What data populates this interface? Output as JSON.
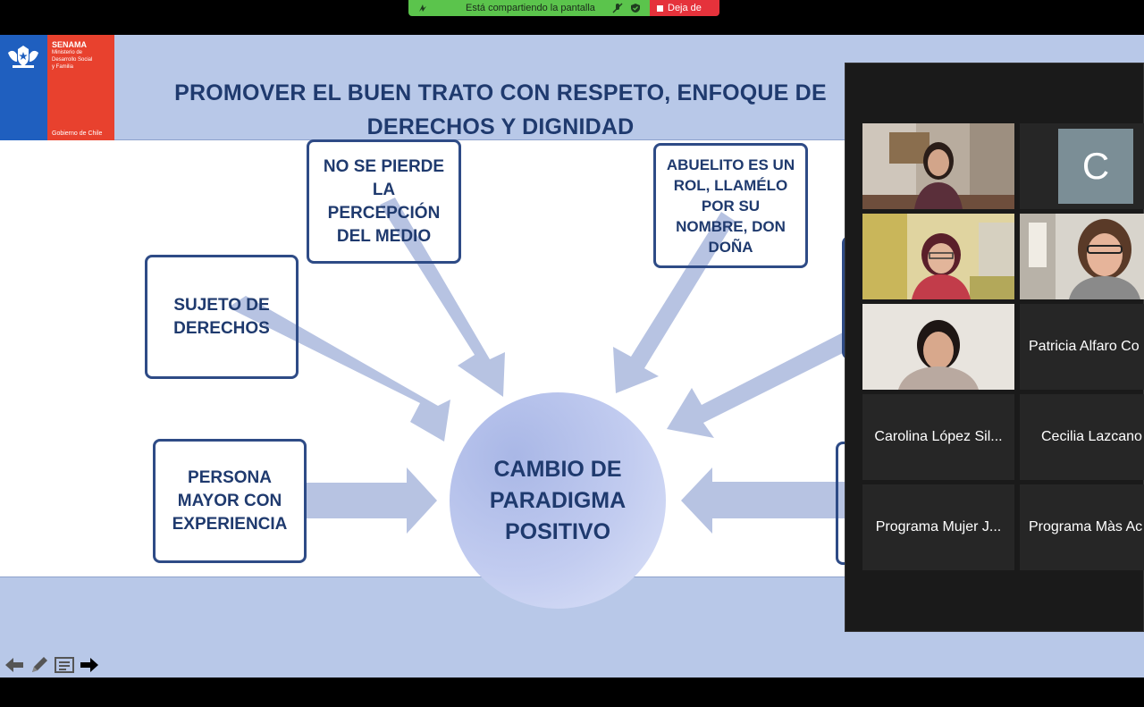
{
  "share_bar": {
    "status_text": "Está compartiendo la pantalla",
    "stop_label": "Deja de"
  },
  "logo": {
    "title": "SENAMA",
    "subtitle_lines": [
      "Ministerio de",
      "Desarrollo Social",
      "y Familia"
    ],
    "government": "Gobierno de Chile"
  },
  "slide": {
    "title_line1": "PROMOVER EL BUEN TRATO CON RESPETO, ENFOQUE DE",
    "title_line2": "DERECHOS Y DIGNIDAD",
    "center": [
      "CAMBIO DE",
      "PARADIGMA",
      "POSITIVO"
    ],
    "boxes": [
      {
        "id": "sujeto",
        "lines": [
          "SUJETO DE",
          "DERECHOS"
        ]
      },
      {
        "id": "percepcion",
        "lines": [
          "NO SE PIERDE",
          "LA",
          "PERCEPCIÓN",
          "DEL MEDIO"
        ]
      },
      {
        "id": "abuelito",
        "lines": [
          "ABUELITO ES UN",
          "ROL, LLAMÉLO",
          "POR SU",
          "NOMBRE, DON",
          "DOÑA"
        ]
      },
      {
        "id": "persona",
        "lines": [
          "PERSONA",
          "MAYOR CON",
          "EXPERIENCIA"
        ]
      }
    ]
  },
  "gallery": {
    "avatar_initial": "C",
    "names": {
      "patricia": "Patricia Alfaro Co",
      "carolina": "Carolina López Sil...",
      "cecilia": "Cecilia Lazcano",
      "mujer": "Programa Mujer J...",
      "mas": "Programa Màs Ac"
    }
  },
  "colors": {
    "slide_band": "#b8c8e8",
    "title_text": "#1f3a6e",
    "box_border": "#2e4b86",
    "arrow": "#b7c3e2",
    "share_green": "#5bc44c",
    "share_red": "#e5323b",
    "active_speaker": "#d6e05a"
  }
}
